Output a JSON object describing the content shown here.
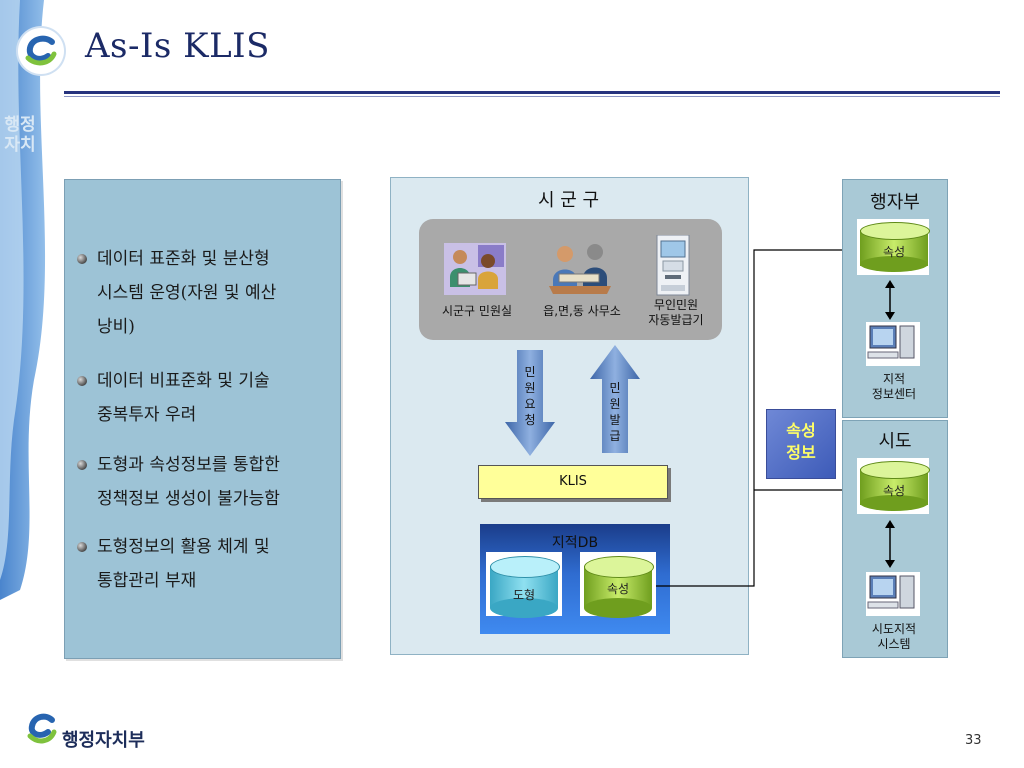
{
  "slide": {
    "title": "As-Is KLIS",
    "page_number": "33",
    "brand_name": "행정자치부",
    "watermark_text": [
      "행정",
      "자치"
    ]
  },
  "left_panel": {
    "bullets": [
      {
        "lines": [
          "데이터 표준화 및 분산형",
          "시스템 운영(자원 및 예산",
          "낭비)"
        ]
      },
      {
        "lines": [
          "데이터 비표준화 및  기술",
          "중복투자 우려"
        ]
      },
      {
        "lines": [
          "도형과 속성정보를 통합한",
          "정책정보 생성이 불가능함"
        ]
      },
      {
        "lines": [
          "도형정보의 활용 체계 및",
          "통합관리 부재"
        ]
      }
    ]
  },
  "middle": {
    "title": "시 군 구",
    "offices": [
      {
        "lines": [
          "시군구 민원실"
        ]
      },
      {
        "lines": [
          "읍,면,동 사무소"
        ]
      },
      {
        "lines": [
          "무인민원",
          "자동발급기"
        ]
      }
    ],
    "request_arrow": [
      "민",
      "원",
      "요",
      "청"
    ],
    "issue_arrow": [
      "민",
      "원",
      "발",
      "급"
    ],
    "system_label": "KLIS",
    "db_title": "지적DB",
    "db_shape": "도형",
    "db_attr": "속성"
  },
  "attribute_label": [
    "속성",
    "정보"
  ],
  "right_top": {
    "title": "행자부",
    "cylinder": "속성",
    "computer_caption": [
      "지적",
      "정보센터"
    ]
  },
  "right_bottom": {
    "title": "시도",
    "cylinder": "속성",
    "computer_caption": [
      "시도지적",
      "시스템"
    ]
  },
  "colors": {
    "title": "#1b2a66",
    "rule": "#27337e",
    "left_panel_bg": "#9dc3d6",
    "middle_panel_bg": "#dbe9f0",
    "right_panel_bg": "#a9c9d6",
    "klis_bar": "#ffff99",
    "arrow_blue": "#5b86c4",
    "attr_text": "#ffff66"
  },
  "icons": [
    "gov-logo",
    "bullet-sphere",
    "office-workers-icon",
    "counter-clerk-icon",
    "kiosk-icon",
    "computer-icon"
  ]
}
